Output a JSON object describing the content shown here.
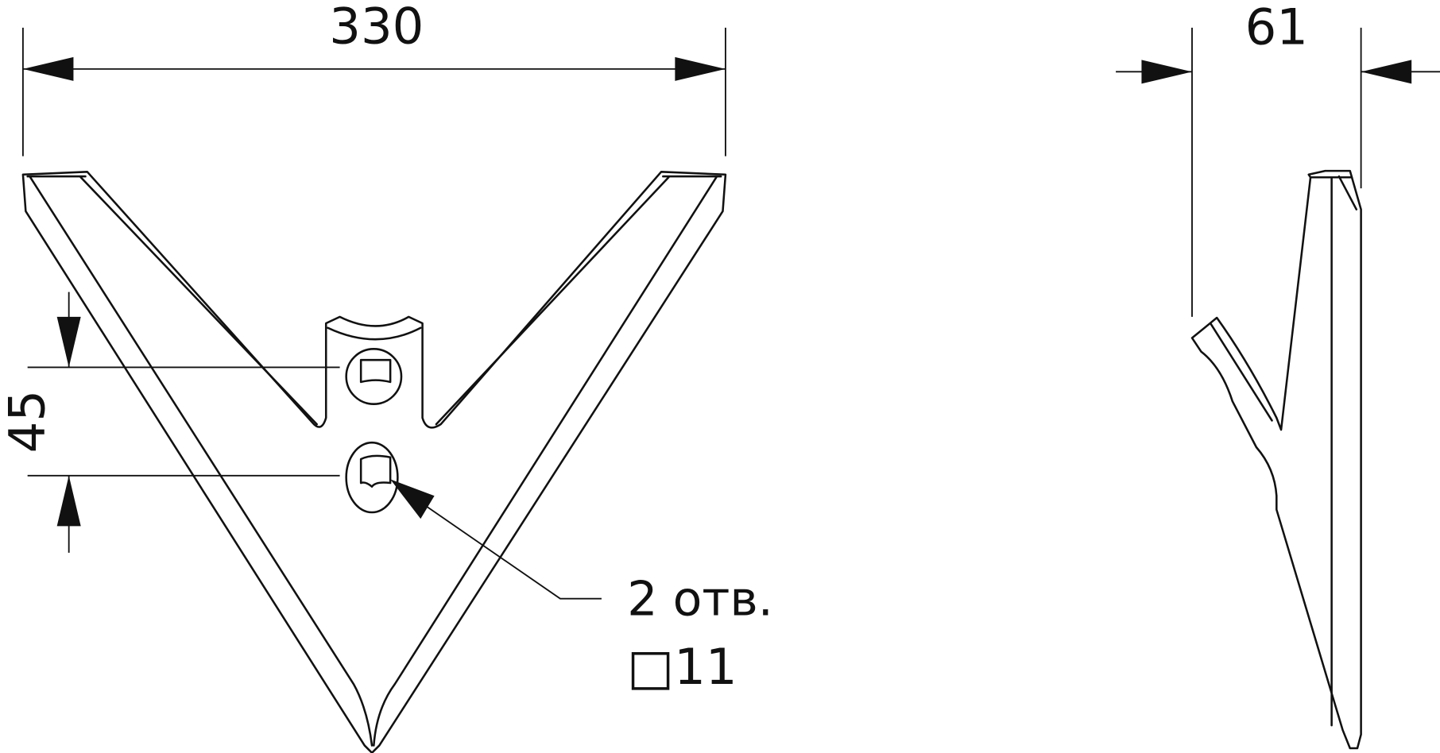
{
  "drawing": {
    "width_dimension": "330",
    "thickness_dimension": "61",
    "hole_spacing_dimension": "45",
    "hole_note_count": "2 отв.",
    "hole_note_size": "□11"
  },
  "colors": {
    "line": "#111111",
    "background": "#ffffff"
  }
}
